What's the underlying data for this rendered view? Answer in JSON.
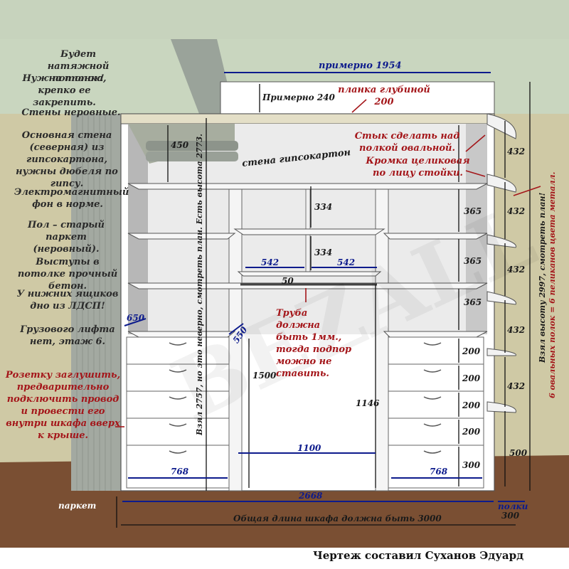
{
  "notes_left": [
    "Будет натяжной потолок!",
    "Нужна планка, крепко ее закрепить.",
    "Стены неровные.",
    "Основная стена (северная) из гипсокартона, нужны дюбеля по гипсу.",
    "Электромагнитный фон  в норме.",
    "Пол – старый паркет (неровный).",
    "Выступы в потолке прочный бетон.",
    "У нижних ящиков дно из ЛДСП!",
    "Грузового лифта нет, этаж 6."
  ],
  "note_socket": "Розетку заглушить, предварительно подключить провод и провести его внутри шкафа вверх к крыше.",
  "label_approx_1954": "примерно 1954",
  "label_approx_240": "Примерно 240",
  "note_plank": "планка глубиной 200",
  "note_joint": "Стык сделать над полкой овальной.",
  "note_edge": "Кромка целиковая по лицу стойки.",
  "label_drywall": "стена гипсокартон",
  "note_pipe": "Труба должна быть 1мм., тогда подпор можно не ставить.",
  "label_parquet": "паркет",
  "label_shelves": "полки",
  "label_total": "Общая длина шкафа должна быть 3000",
  "vertical_left": "Взял 2757, но это неверно, смотреть план. Есть высота 2773.",
  "vertical_right1": "Взял высоту 2997, смотреть план!",
  "vertical_right2": "6 овальных полок = 6 пеликанов цвета металл.",
  "dims": {
    "d450": "450",
    "d334a": "334",
    "d334b": "334",
    "d542a": "542",
    "d542b": "542",
    "d50": "50",
    "d650": "650",
    "d550": "550",
    "d1500": "1500",
    "d1146": "1146",
    "d1100": "1100",
    "d768a": "768",
    "d768b": "768",
    "d2668": "2668",
    "d300": "300",
    "d365a": "365",
    "d365b": "365",
    "d365c": "365",
    "d432a": "432",
    "d432b": "432",
    "d432c": "432",
    "d432d": "432",
    "d432e": "432",
    "d500": "500",
    "d200a": "200",
    "d200b": "200",
    "d200c": "200",
    "d200d": "200",
    "d300d": "300"
  },
  "watermark": "BEZALL",
  "footer": "Чертеж составил Суханов Эдуард",
  "colors": {
    "wall": "#cfc9a5",
    "wall_top": "#c7d3bd",
    "floor": "#7a4f33",
    "cabinet": "#ffffff",
    "red_note": "#a4161a",
    "blue_dim": "#0d1b8c"
  }
}
